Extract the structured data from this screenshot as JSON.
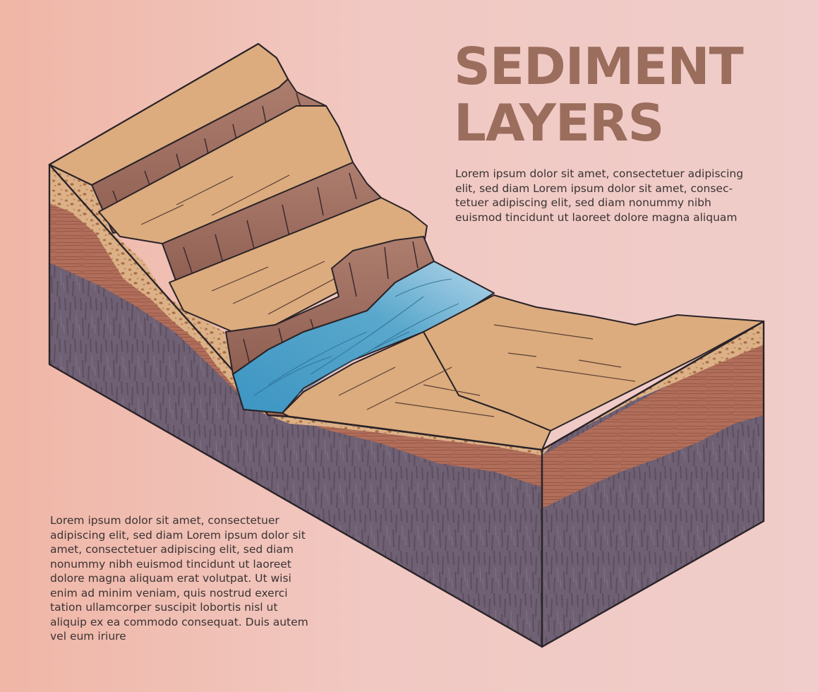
{
  "title": {
    "line1": "SEDIMENT",
    "line2": "LAYERS"
  },
  "paragraph_top": "Lorem ipsum dolor sit amet, consectetuer adipiscing elit, sed diam Lorem ipsum dolor sit amet, consec-tetuer adipiscing elit, sed diam nonummy nibh euismod tincidunt ut laoreet dolore magna aliquam",
  "paragraph_bottom": "Lorem ipsum dolor sit amet, consectetuer adipiscing elit, sed diam Lorem ipsum dolor sit amet, consectetuer adipiscing elit, sed diam nonummy nibh euismod tincidunt ut laoreet dolore magna aliquam erat volutpat. Ut wisi enim ad minim veniam, quis nostrud exerci tation ullamcorper suscipit lobortis nisl ut aliquip ex ea commodo consequat. Duis autem vel eum iriure",
  "colors": {
    "background": "#f0c4bd",
    "title": "#9a6d5d",
    "bedrock": "#6f6073",
    "clay": "#b16e5a",
    "gravel": "#d7a679",
    "topsoil": "#dcac7e",
    "water": "#5aa8cc",
    "outline": "#2a2328"
  }
}
